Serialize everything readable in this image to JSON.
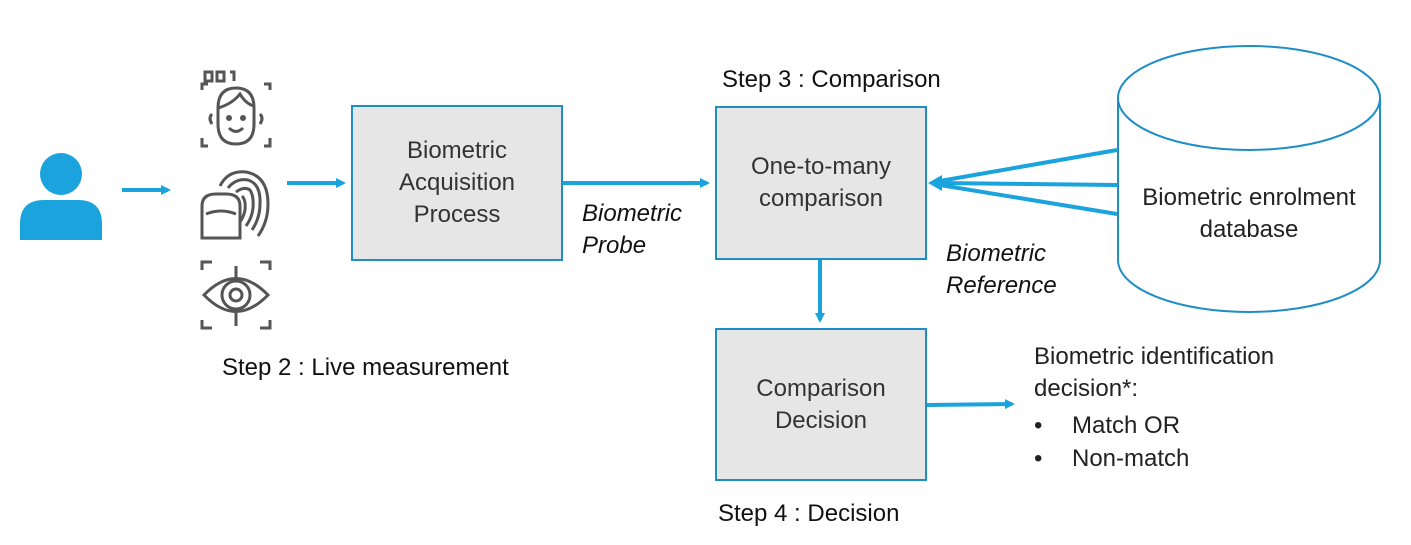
{
  "colors": {
    "accent": "#1aa3dc",
    "box_fill": "#e6e6e6",
    "box_border": "#1f8ec6",
    "icon_grey": "#555555"
  },
  "icons": [
    "user-icon",
    "face-scan-icon",
    "fingerprint-icon",
    "iris-scan-icon"
  ],
  "steps": {
    "step2": "Step 2 : Live measurement",
    "step3": "Step 3 : Comparison",
    "step4": "Step 4 : Decision"
  },
  "boxes": {
    "acquisition": {
      "line1": "Biometric",
      "line2": "Acquisition",
      "line3": "Process"
    },
    "comparison": {
      "line1": "One-to-many",
      "line2": "comparison"
    },
    "decision": {
      "line1": "Comparison",
      "line2": "Decision"
    }
  },
  "edge_labels": {
    "probe": {
      "line1": "Biometric",
      "line2": "Probe"
    },
    "reference": {
      "line1": "Biometric",
      "line2": "Reference"
    }
  },
  "database": {
    "line1": "Biometric enrolment",
    "line2": "database"
  },
  "outcome": {
    "line1": "Biometric identification",
    "line2": "decision*:",
    "bullet": "•",
    "options": [
      "Match OR",
      "Non-match"
    ]
  }
}
